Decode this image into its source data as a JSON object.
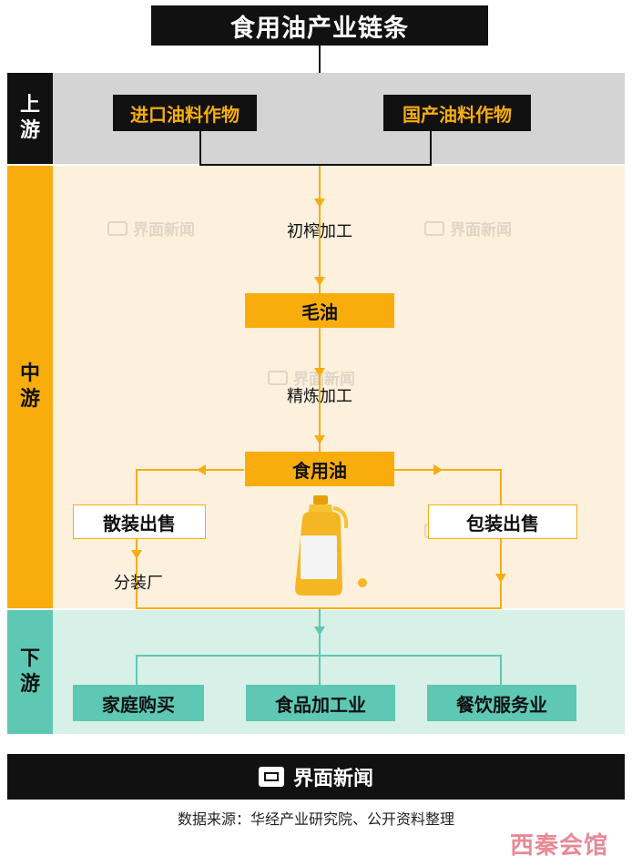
{
  "title": "食用油产业链条",
  "sections": {
    "upstream": "上\n游",
    "midstream": "中\n游",
    "downstream": "下\n游"
  },
  "upstream_nodes": [
    "进口油料作物",
    "国产油料作物"
  ],
  "midstream": {
    "step1": "初榨加工",
    "node1": "毛油",
    "step2": "精炼加工",
    "node2": "食用油",
    "left_branch": "散装出售",
    "left_sub": "分装厂",
    "right_branch": "包装出售"
  },
  "downstream_nodes": [
    "家庭购买",
    "食品加工业",
    "餐饮服务业"
  ],
  "watermark": "界面新闻",
  "footer_brand": "界面新闻",
  "source": "数据来源：华经产业研究院、公开资料整理",
  "corner_brand": "西秦会馆",
  "colors": {
    "orange": "#f8ad0d",
    "teal": "#5ec8b4",
    "black": "#111111"
  }
}
